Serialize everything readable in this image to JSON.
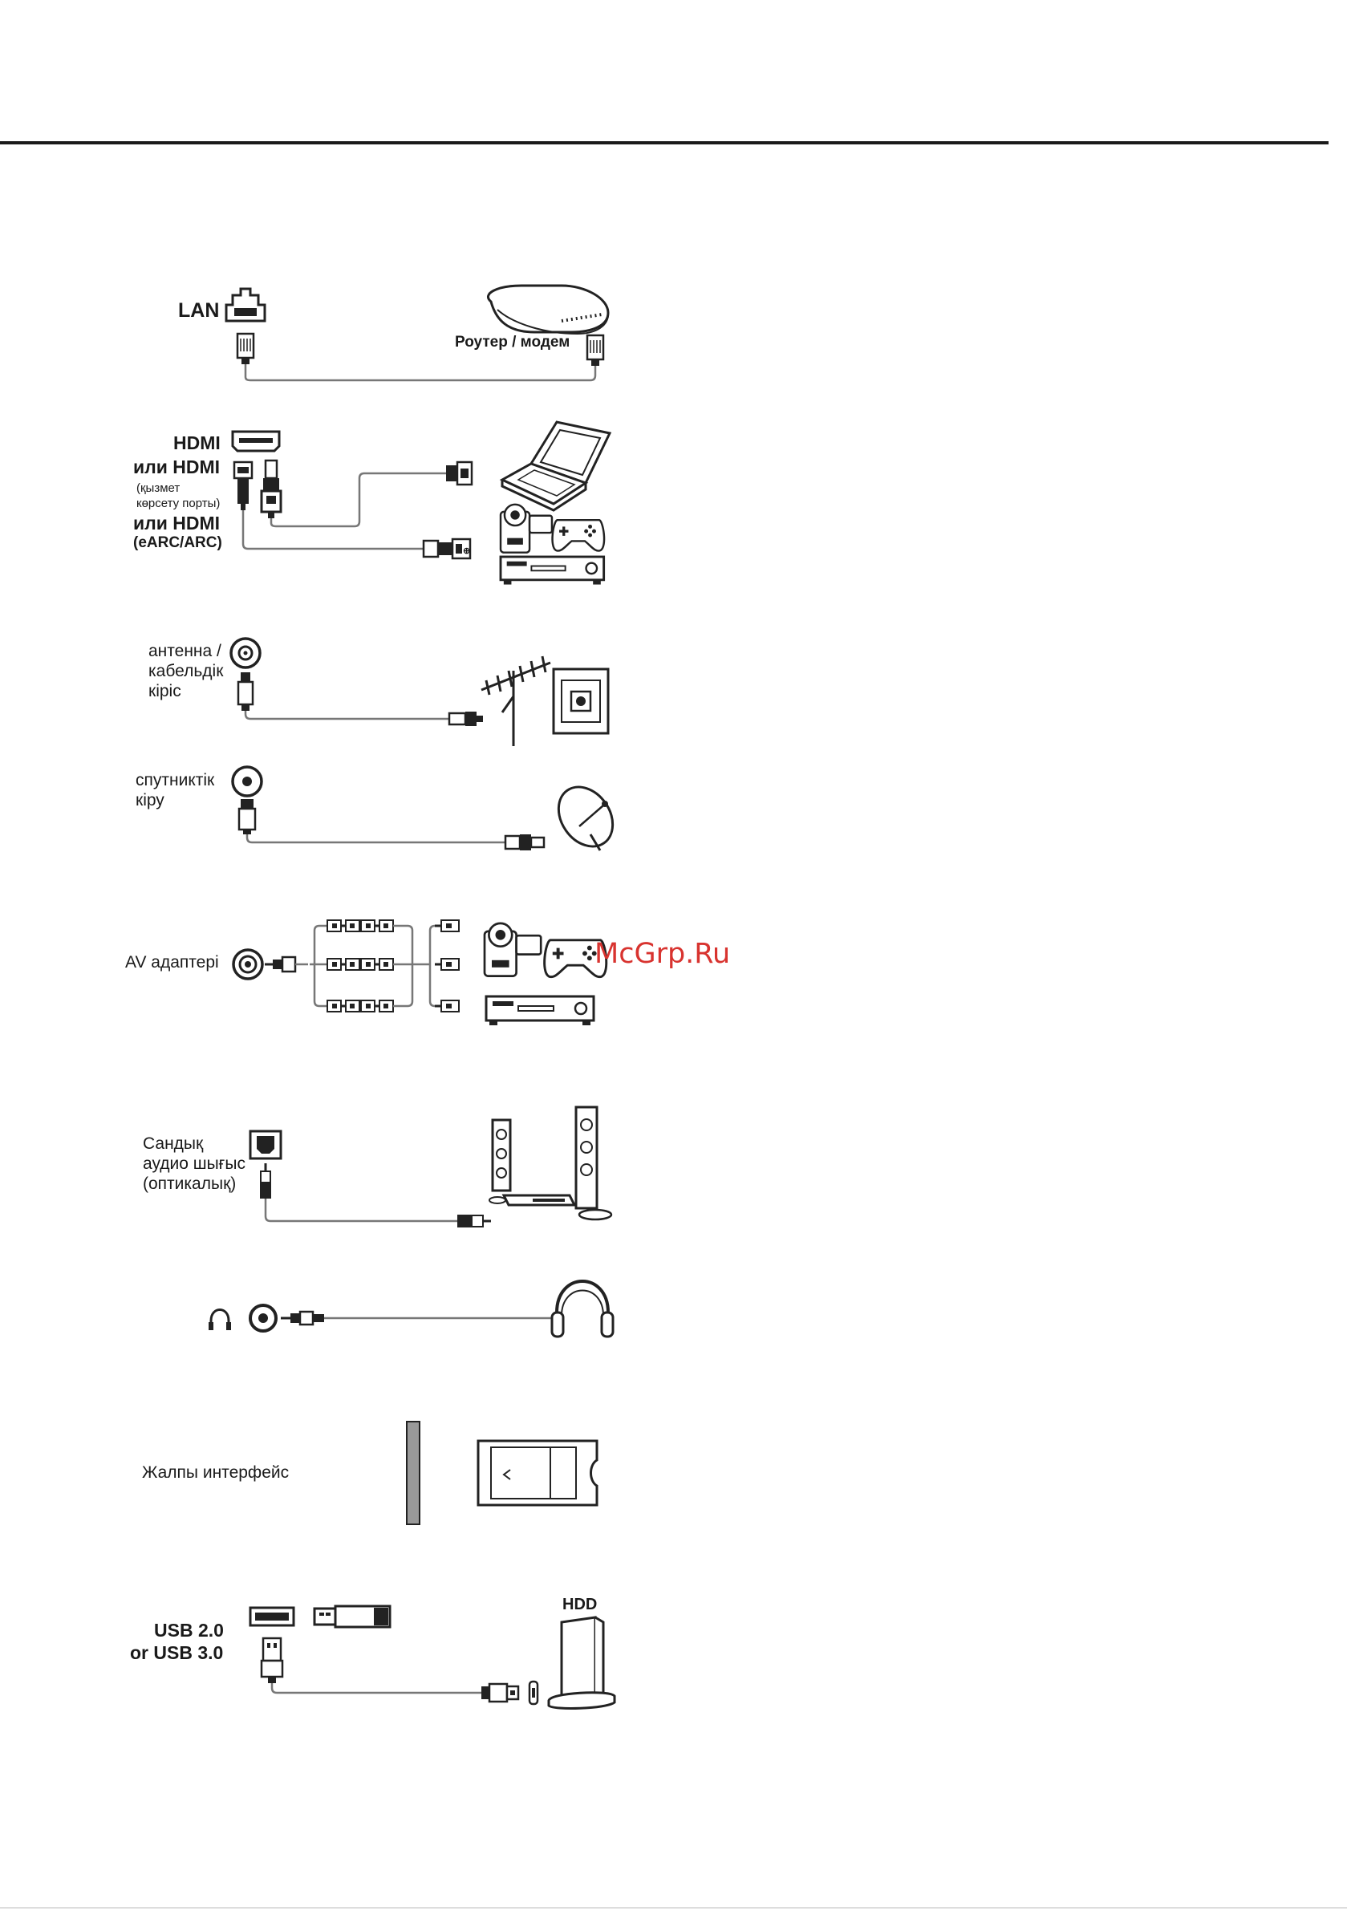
{
  "labels": {
    "lan": "LAN",
    "router": "Роутер / модем",
    "hdmi1": "HDMI",
    "hdmi2": "или HDMI",
    "hdmi2_note1": "(қызмет",
    "hdmi2_note2": "көрсету порты)",
    "hdmi3": "или HDMI",
    "hdmi3_note": "(eARC/ARC)",
    "antenna1": "антенна /",
    "antenna2": "кабельдік",
    "antenna3": "кіріс",
    "sat1": "спутниктік",
    "sat2": "кіру",
    "av": "AV адаптері",
    "optical1": "Сандық",
    "optical2": "аудио шығыс",
    "optical3": "(оптикалық)",
    "common_interface": "Жалпы интерфейс",
    "usb1": "USB 2.0",
    "usb2": "or USB 3.0",
    "hdd": "HDD"
  },
  "watermark": "McGrp.Ru",
  "colors": {
    "line": "#777777",
    "ink": "#1a1a1a",
    "watermark": "#d8332f",
    "slot": "#999999"
  },
  "icons": [
    "rj45-port-icon",
    "router-icon",
    "hdmi-port-icon",
    "laptop-icon",
    "camcorder-icon",
    "gamepad-icon",
    "receiver-icon",
    "coax-port-icon",
    "antenna-icon",
    "wall-socket-icon",
    "satellite-dish-icon",
    "av-jack-icon",
    "rca-plug-icon",
    "optical-port-icon",
    "speaker-system-icon",
    "headphone-icon",
    "ci-slot-icon",
    "ci-card-icon",
    "usb-port-icon",
    "usb-stick-icon",
    "hdd-icon"
  ]
}
